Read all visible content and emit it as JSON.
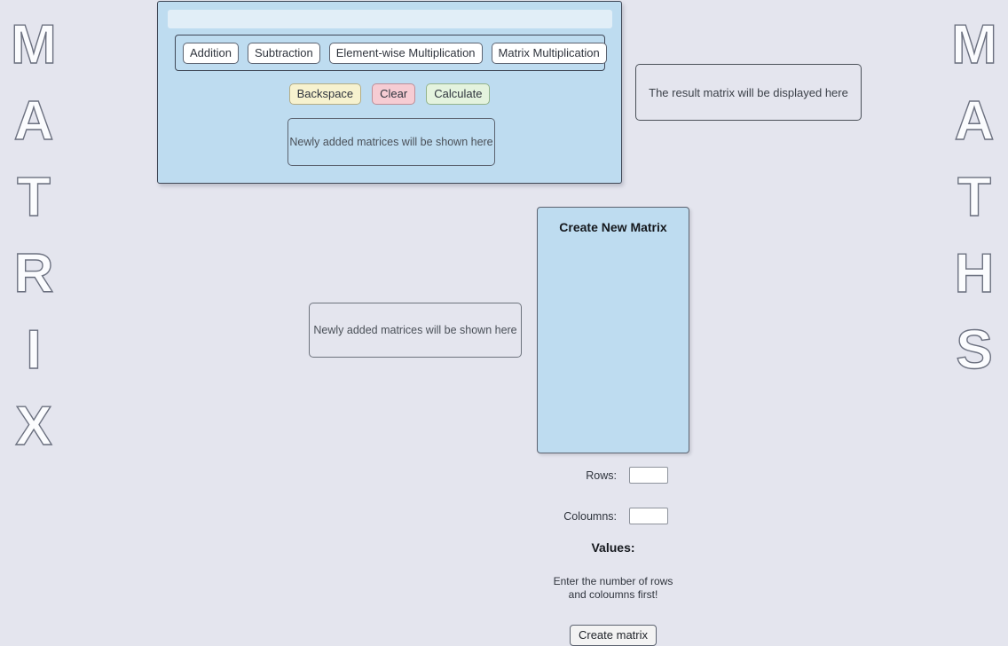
{
  "page": {
    "background_color": "#e4e5ee",
    "panel_color": "#bedcf0"
  },
  "decor": {
    "left_word": "MATRIX",
    "right_word": "MATHS",
    "left_letters": [
      "M",
      "A",
      "T",
      "R",
      "I",
      "X"
    ],
    "right_letters": [
      "M",
      "A",
      "T",
      "H",
      "S"
    ]
  },
  "calculator": {
    "display_value": "",
    "operations": [
      {
        "label": "Addition",
        "name": "addition"
      },
      {
        "label": "Subtraction",
        "name": "subtraction"
      },
      {
        "label": "Element-wise Multiplication",
        "name": "element-wise-multiplication"
      },
      {
        "label": "Matrix Multiplication",
        "name": "matrix-multiplication"
      }
    ],
    "actions": [
      {
        "label": "Backspace",
        "name": "backspace",
        "color": "#f7f2cf"
      },
      {
        "label": "Clear",
        "name": "clear",
        "color": "#f6ccd3"
      },
      {
        "label": "Calculate",
        "name": "calculate",
        "color": "#e4f3de"
      }
    ],
    "matrices_placeholder": "Newly added matrices will be shown here"
  },
  "result": {
    "placeholder": "The result matrix will be displayed here"
  },
  "matrices_list": {
    "placeholder": "Newly added matrices will be shown here"
  },
  "create_matrix": {
    "title": "Create New Matrix",
    "rows_label": "Rows:",
    "rows_value": "",
    "columns_label": "Coloumns:",
    "columns_value": "",
    "values_heading": "Values:",
    "values_hint": "Enter the number of rows and coloumns first!",
    "submit_label": "Create matrix"
  }
}
